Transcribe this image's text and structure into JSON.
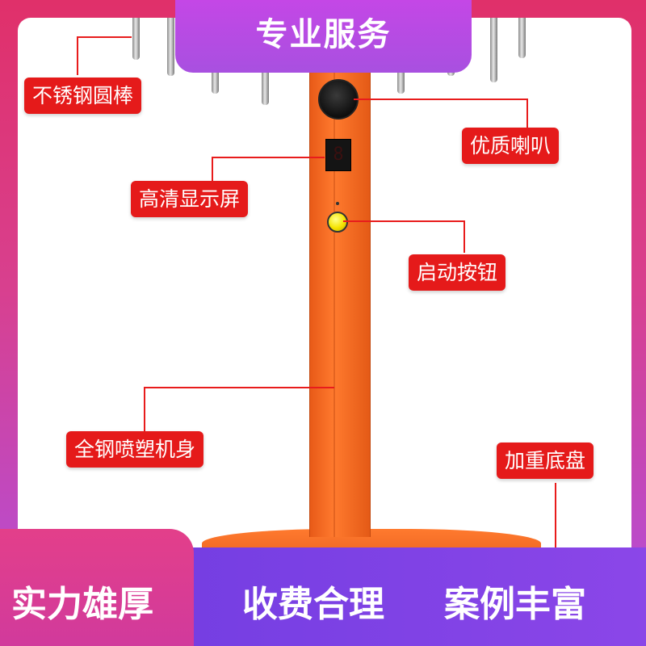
{
  "header": {
    "title": "专业服务"
  },
  "callouts": {
    "rod": "不锈钢圆棒",
    "speaker": "优质喇叭",
    "display": "高清显示屏",
    "button": "启动按钮",
    "body": "全钢喷塑机身",
    "base": "加重底盘"
  },
  "device": {
    "display_digit": "8"
  },
  "footer": {
    "slogans": [
      "实力雄厚",
      "收费合理",
      "案例丰富"
    ]
  },
  "colors": {
    "label_bg": "#e51a1a",
    "post": "#ff7a2e",
    "header": "#b04fe0",
    "footer": "#7a40e4"
  }
}
